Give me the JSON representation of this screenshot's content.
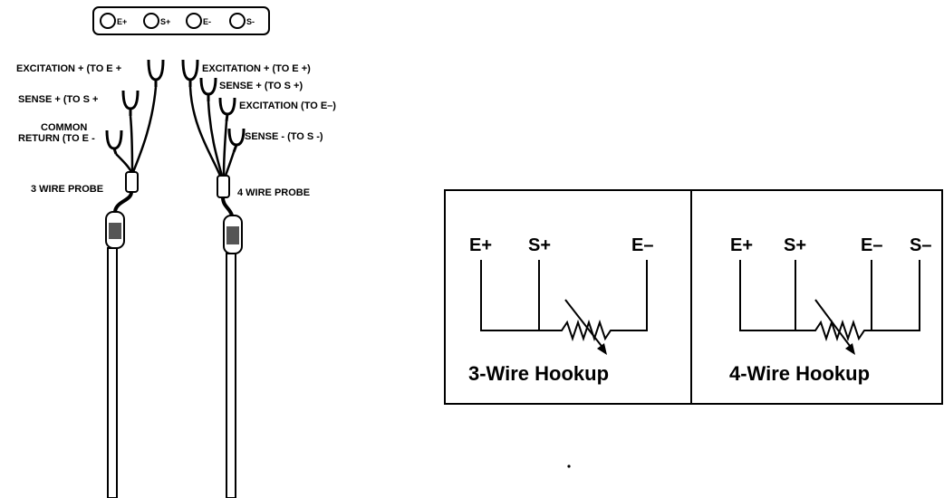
{
  "terminal_strip": {
    "labels": [
      "E+",
      "S+",
      "E-",
      "S-"
    ]
  },
  "probe_3wire": {
    "labels": {
      "excitation": "EXCITATION + (TO E +",
      "sense": "SENSE + (TO S +",
      "common_line1": "COMMON",
      "common_line2": "RETURN (TO E -",
      "probe": "3 WIRE PROBE"
    }
  },
  "probe_4wire": {
    "labels": {
      "excitation_plus": "EXCITATION + (TO E +)",
      "sense_plus": "SENSE + (TO S +)",
      "excitation_minus": "EXCITATION (TO E–)",
      "sense_minus": "SENSE - (TO S -)",
      "probe": "4 WIRE PROBE"
    }
  },
  "hookup_3wire": {
    "terminals": [
      "E+",
      "S+",
      "E–"
    ],
    "caption": "3-Wire Hookup"
  },
  "hookup_4wire": {
    "terminals": [
      "E+",
      "S+",
      "E–",
      "S–"
    ],
    "caption": "4-Wire Hookup"
  },
  "colors": {
    "ink": "#000000",
    "probe_shade": "#555555"
  }
}
